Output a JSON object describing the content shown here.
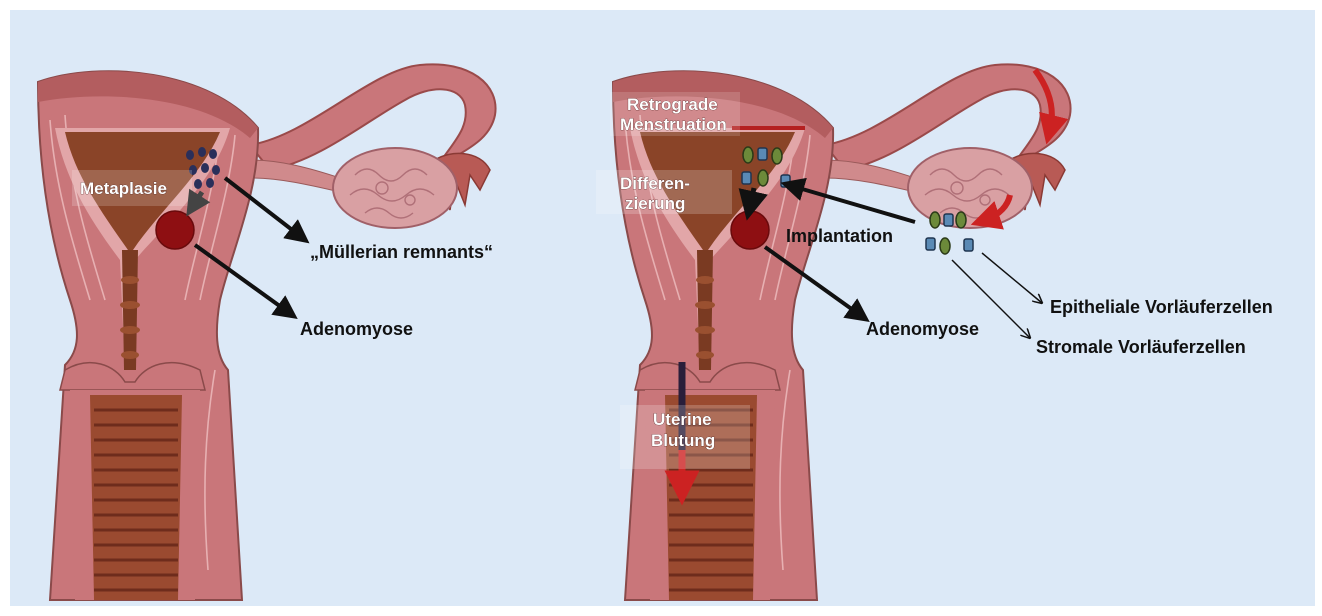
{
  "left_panel": {
    "labels": {
      "metaplasia": "Metaplasie",
      "mullerian": "„Müllerian remnants“",
      "adenomyosis": "Adenomyose"
    }
  },
  "right_panel": {
    "labels": {
      "retrograde_1": "Retrograde",
      "retrograde_2": "Menstruation",
      "differentiation_1": "Differen-",
      "differentiation_2": "zierung",
      "implantation": "Implantation",
      "adenomyosis": "Adenomyose",
      "epithelial": "Epitheliale Vorläuferzellen",
      "stromal": "Stromale Vorläuferzellen",
      "bleeding_1": "Uterine",
      "bleeding_2": "Blutung"
    }
  },
  "colors": {
    "background": "#dce9f7",
    "uterus_wall": "#c9767a",
    "cavity": "#8a4428",
    "lesion": "#8e0f12",
    "arrow_red": "#cc2222",
    "arrow_black": "#111111"
  }
}
